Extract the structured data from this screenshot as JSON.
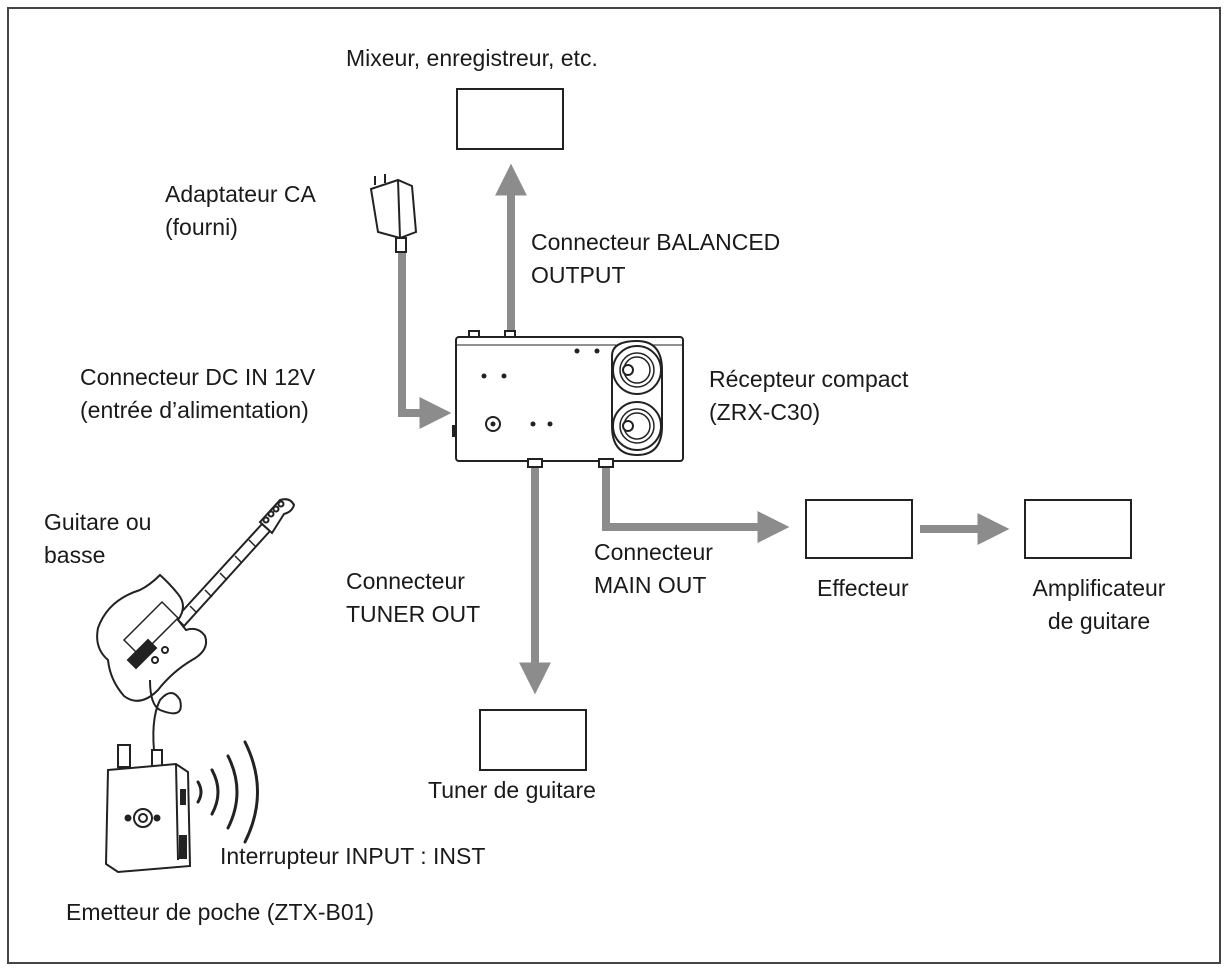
{
  "labels": {
    "mixer": "Mixeur, enregistreur, etc.",
    "ac_adapter_line1": "Adaptateur CA",
    "ac_adapter_line2": "(fourni)",
    "balanced_line1": "Connecteur BALANCED",
    "balanced_line2": "OUTPUT",
    "dcin_line1": "Connecteur DC IN 12V",
    "dcin_line2": "(entrée d’alimentation)",
    "receiver_line1": "Récepteur compact",
    "receiver_line2": "(ZRX-C30)",
    "guitar_line1": "Guitare ou",
    "guitar_line2": "basse",
    "mainout_line1": "Connecteur",
    "mainout_line2": "MAIN OUT",
    "effecteur": "Effecteur",
    "amp_line1": "Amplificateur",
    "amp_line2": "de guitare",
    "tunerout_line1": "Connecteur",
    "tunerout_line2": "TUNER OUT",
    "tuner": "Tuner de guitare",
    "input_switch": "Interrupteur INPUT : INST",
    "transmitter": "Emetteur de poche (ZTX-B01)"
  },
  "colors": {
    "arrow": "#8c8c8c",
    "outline": "#222222"
  }
}
